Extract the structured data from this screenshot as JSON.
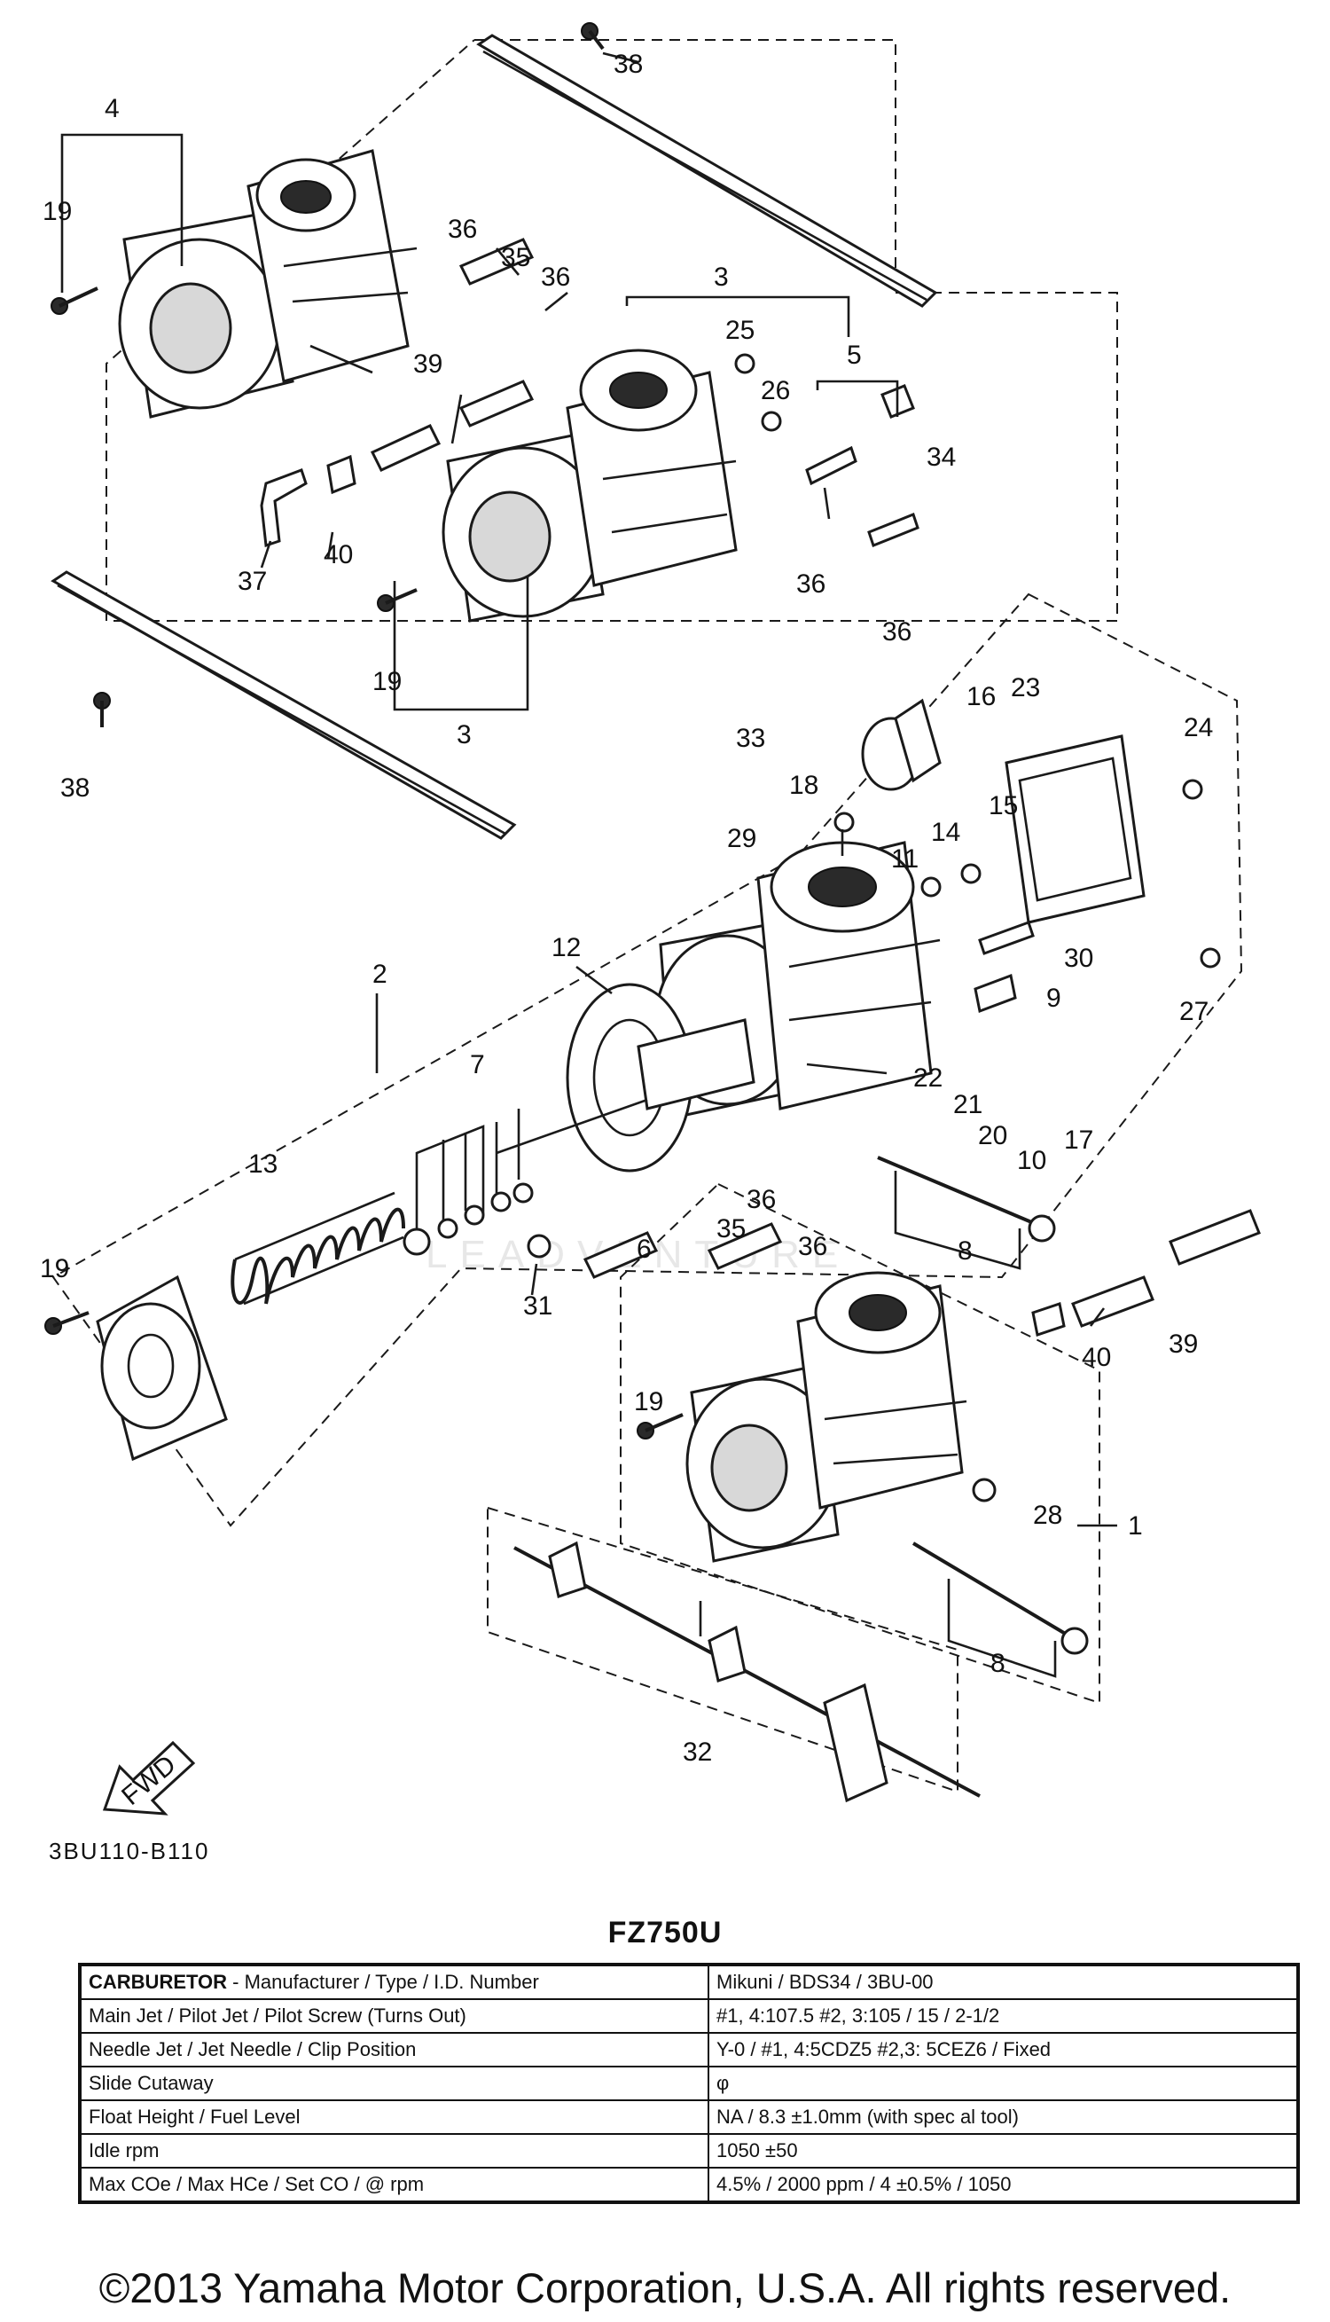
{
  "diagram": {
    "ref_code": "3BU110-B110",
    "watermark": "LEADVENTURE",
    "fwd_label": "FWD",
    "callouts": [
      {
        "id": "c38a",
        "text": "38"
      },
      {
        "id": "c4",
        "text": "4"
      },
      {
        "id": "c19a",
        "text": "19"
      },
      {
        "id": "c36a",
        "text": "36"
      },
      {
        "id": "c35a",
        "text": "35"
      },
      {
        "id": "c36b",
        "text": "36"
      },
      {
        "id": "c3a",
        "text": "3"
      },
      {
        "id": "c25",
        "text": "25"
      },
      {
        "id": "c5",
        "text": "5"
      },
      {
        "id": "c26",
        "text": "26"
      },
      {
        "id": "c39a",
        "text": "39"
      },
      {
        "id": "c34",
        "text": "34"
      },
      {
        "id": "c37",
        "text": "37"
      },
      {
        "id": "c40a",
        "text": "40"
      },
      {
        "id": "c36c",
        "text": "36"
      },
      {
        "id": "c36d",
        "text": "36"
      },
      {
        "id": "c19b",
        "text": "19"
      },
      {
        "id": "c3b",
        "text": "3"
      },
      {
        "id": "c33",
        "text": "33"
      },
      {
        "id": "c38b",
        "text": "38"
      },
      {
        "id": "c16",
        "text": "16"
      },
      {
        "id": "c23",
        "text": "23"
      },
      {
        "id": "c24",
        "text": "24"
      },
      {
        "id": "c18",
        "text": "18"
      },
      {
        "id": "c29",
        "text": "29"
      },
      {
        "id": "c11",
        "text": "11"
      },
      {
        "id": "c14",
        "text": "14"
      },
      {
        "id": "c15",
        "text": "15"
      },
      {
        "id": "c2",
        "text": "2"
      },
      {
        "id": "c12",
        "text": "12"
      },
      {
        "id": "c30",
        "text": "30"
      },
      {
        "id": "c27",
        "text": "27"
      },
      {
        "id": "c9",
        "text": "9"
      },
      {
        "id": "c7",
        "text": "7"
      },
      {
        "id": "c22",
        "text": "22"
      },
      {
        "id": "c21",
        "text": "21"
      },
      {
        "id": "c20",
        "text": "20"
      },
      {
        "id": "c10",
        "text": "10"
      },
      {
        "id": "c17",
        "text": "17"
      },
      {
        "id": "c13",
        "text": "13"
      },
      {
        "id": "c36e",
        "text": "36"
      },
      {
        "id": "c35b",
        "text": "35"
      },
      {
        "id": "c36f",
        "text": "36"
      },
      {
        "id": "c6",
        "text": "6"
      },
      {
        "id": "c8a",
        "text": "8"
      },
      {
        "id": "c19c",
        "text": "19"
      },
      {
        "id": "c31",
        "text": "31"
      },
      {
        "id": "c40b",
        "text": "40"
      },
      {
        "id": "c39b",
        "text": "39"
      },
      {
        "id": "c19d",
        "text": "19"
      },
      {
        "id": "c28",
        "text": "28"
      },
      {
        "id": "c1",
        "text": "1"
      },
      {
        "id": "c8b",
        "text": "8"
      },
      {
        "id": "c32",
        "text": "32"
      }
    ]
  },
  "spec": {
    "model": "FZ750U",
    "rows": [
      {
        "label_bold": "CARBURETOR",
        "label": " - Manufacturer / Type / I.D. Number",
        "value": "Mikuni / BDS34 / 3BU-00"
      },
      {
        "label_bold": "",
        "label": "Main Jet / Pilot Jet / Pilot Screw (Turns Out)",
        "value": "#1, 4:107.5 #2, 3:105 / 15 / 2-1/2"
      },
      {
        "label_bold": "",
        "label": "Needle Jet / Jet Needle / Clip Position",
        "value": "Y-0 / #1, 4:5CDZ5   #2,3: 5CEZ6 / Fixed"
      },
      {
        "label_bold": "",
        "label": "Slide Cutaway",
        "value": "φ"
      },
      {
        "label_bold": "",
        "label": "Float Height / Fuel Level",
        "value": "NA / 8.3 ±1.0mm (with spec al tool)"
      },
      {
        "label_bold": "",
        "label": "Idle rpm",
        "value": "1050 ±50"
      },
      {
        "label_bold": "",
        "label": "Max COe / Max HCe / Set CO / @ rpm",
        "value": "4.5% / 2000 ppm / 4 ±0.5% / 1050"
      }
    ]
  },
  "footer": {
    "copyright": "©2013 Yamaha Motor Corporation, U.S.A. All rights reserved."
  }
}
